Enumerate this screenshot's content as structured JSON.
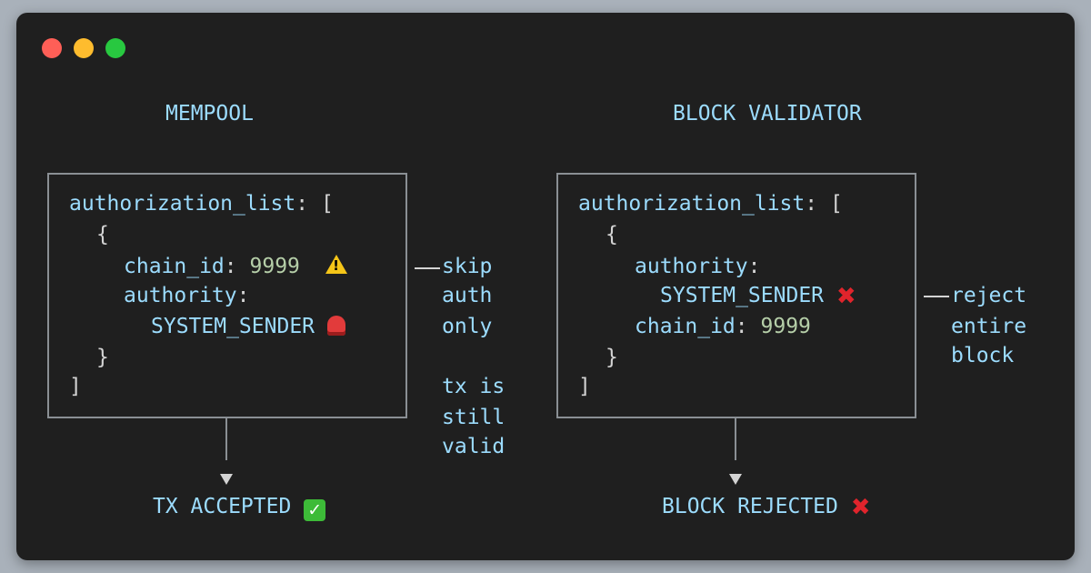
{
  "window": {
    "controls": [
      "close",
      "minimize",
      "maximize"
    ],
    "colors": {
      "background": "#1f1f1f",
      "text": "#9cdcfe",
      "number": "#b5cea8",
      "border": "#8a8f94"
    }
  },
  "mempool": {
    "title": "MEMPOOL",
    "code": {
      "line1_key": "authorization_list",
      "line1_punc": ": [",
      "brace_open": "{",
      "chain_key": "chain_id",
      "chain_value": "9999",
      "authority_key": "authority",
      "authority_value": "SYSTEM_SENDER",
      "brace_close": "}",
      "bracket_close": "]",
      "colon": ":"
    },
    "note": {
      "line1": "skip",
      "line2": "auth",
      "line3": "only",
      "line4": "tx is",
      "line5": "still",
      "line6": "valid"
    },
    "result": "TX ACCEPTED",
    "icons": {
      "chain": "warning-icon",
      "authority": "siren-icon",
      "result": "check-mark-icon"
    }
  },
  "validator": {
    "title": "BLOCK VALIDATOR",
    "code": {
      "line1_key": "authorization_list",
      "line1_punc": ": [",
      "brace_open": "{",
      "authority_key": "authority",
      "authority_value": "SYSTEM_SENDER",
      "chain_key": "chain_id",
      "chain_value": "9999",
      "brace_close": "}",
      "bracket_close": "]",
      "colon": ":"
    },
    "note": {
      "line1": "reject",
      "line2": "entire",
      "line3": "block"
    },
    "result": "BLOCK REJECTED",
    "icons": {
      "authority": "cross-mark-icon",
      "result": "cross-mark-icon"
    }
  }
}
